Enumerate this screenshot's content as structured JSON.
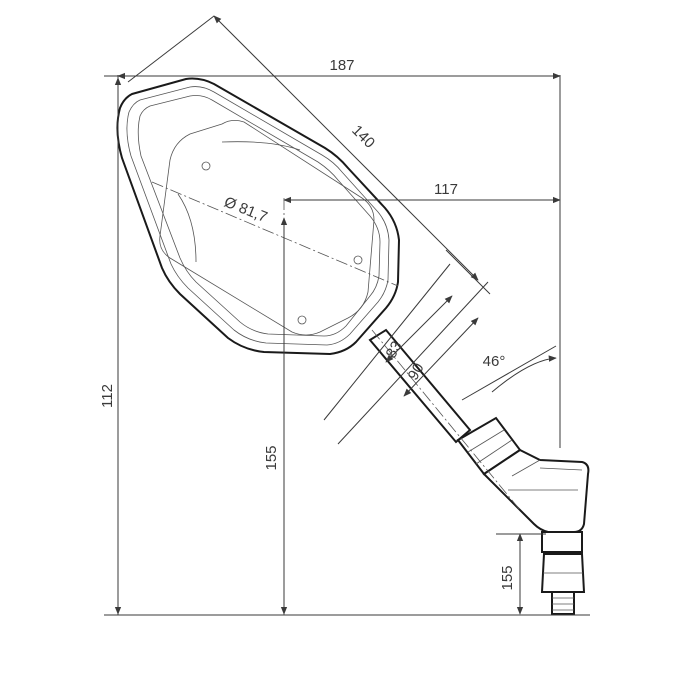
{
  "diagram": {
    "dimensions": {
      "overall_width": "187",
      "diagonal_length": "140",
      "diameter": "Ø 81,7",
      "offset_width": "117",
      "overall_height": "112",
      "center_height": "155",
      "stem_83": "83",
      "stem_90": "90",
      "angle": "46°",
      "thread_length": "155"
    },
    "colors": {
      "line": "#1a1a1a",
      "dimension": "#3a3a3a",
      "background": "#ffffff"
    }
  }
}
